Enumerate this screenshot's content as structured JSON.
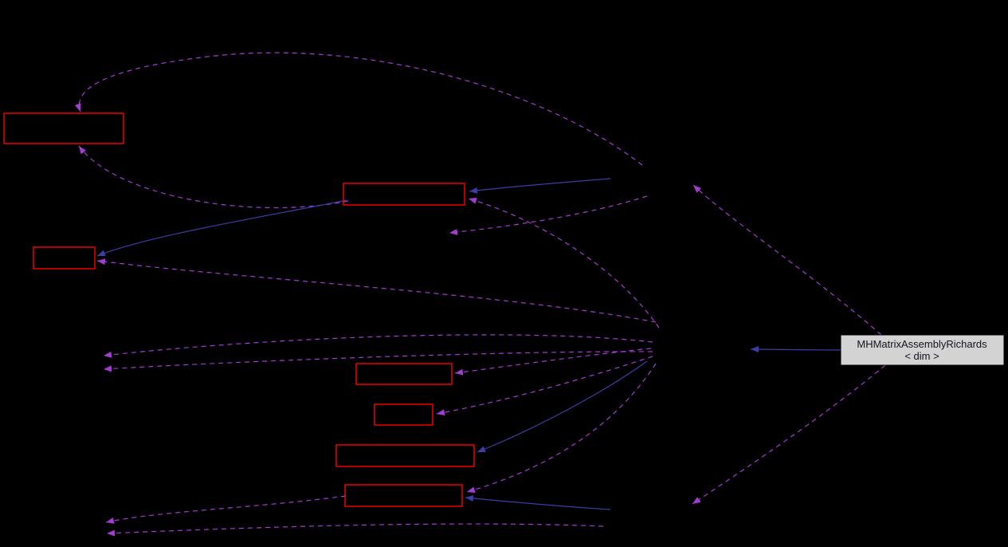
{
  "diagram": {
    "type": "collaboration-graph",
    "main_node": {
      "label_line1": "MHMatrixAssemblyRichards",
      "label_line2": "< dim >"
    }
  },
  "colors": {
    "background": "#000000",
    "node_border": "#ff0000",
    "main_node_fill": "#d3d3d3",
    "main_node_border": "#000000",
    "main_node_text": "#141420",
    "edge_dashed": "#a43bd4",
    "edge_solid": "#3d3da8"
  }
}
